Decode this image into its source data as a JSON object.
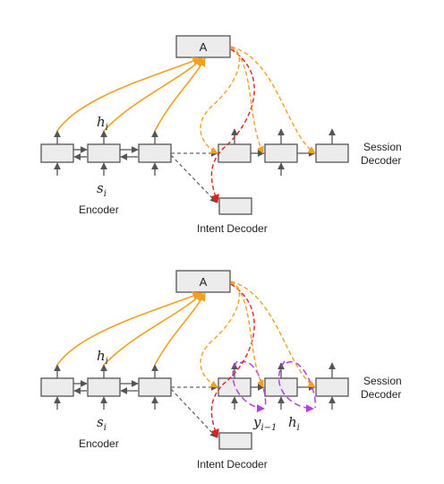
{
  "panels": [
    {
      "attention_label": "A",
      "hidden_label": "h_i",
      "input_label": "s_i",
      "encoder_label": "Encoder",
      "intent_label": "Intent Decoder",
      "session_label_line1": "Session",
      "session_label_line2": "Decoder"
    },
    {
      "attention_label": "A",
      "hidden_label": "h_i",
      "input_label": "s_i",
      "encoder_label": "Encoder",
      "intent_label": "Intent Decoder",
      "session_label_line1": "Session",
      "session_label_line2": "Decoder",
      "prev_output_label": "y_{i-1}",
      "decoder_hidden_label": "h_i"
    }
  ],
  "colors": {
    "box_fill": "#ececec",
    "box_stroke": "#555555",
    "attention_arrow": "#f3a020",
    "intent_arrow": "#e02020",
    "feedback_arrow": "#b040e0"
  }
}
